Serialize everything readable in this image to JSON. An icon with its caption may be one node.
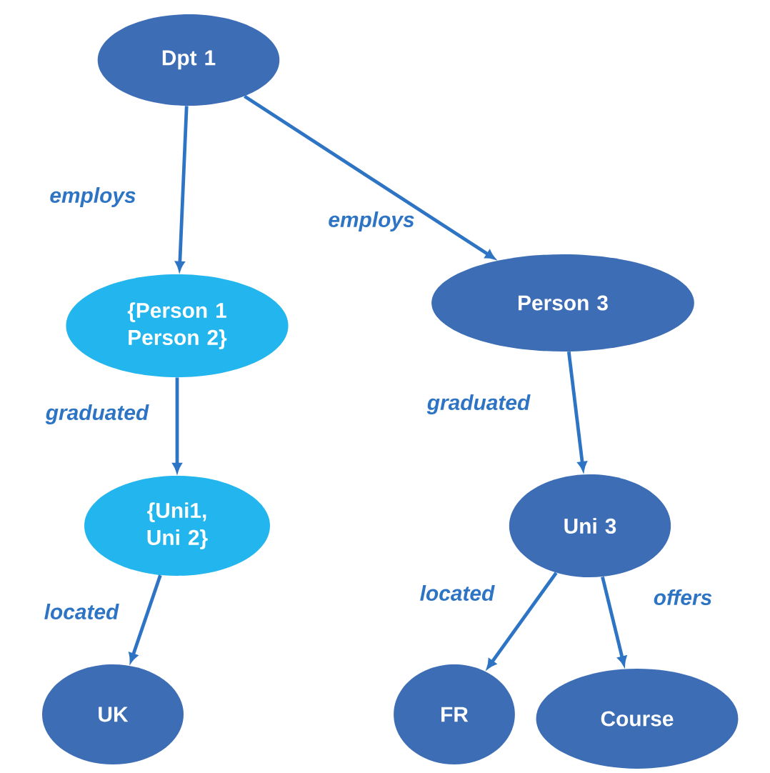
{
  "diagram": {
    "nodes": [
      {
        "text": [
          "Dpt 1"
        ]
      },
      {
        "text": [
          "{Person 1 Person 2}"
        ]
      },
      {
        "text": [
          "Person 3"
        ]
      },
      {
        "text": [
          "{Uni1, Uni 2}"
        ]
      },
      {
        "text": [
          "Uni 3"
        ]
      },
      {
        "text": [
          "UK"
        ]
      },
      {
        "text": [
          "FR"
        ]
      },
      {
        "text": [
          "Course"
        ]
      }
    ],
    "edges": [
      {
        "from": 0,
        "to": 1,
        "arrow": "to",
        "label": "employs"
      },
      {
        "from": 0,
        "to": 2,
        "arrow": "to",
        "label": "employs"
      },
      {
        "from": 1,
        "to": 3,
        "arrow": "to",
        "label": "graduated"
      },
      {
        "from": 2,
        "to": 4,
        "arrow": "to",
        "label": "graduated"
      },
      {
        "from": 3,
        "to": 5,
        "arrow": "to",
        "label": "located"
      },
      {
        "from": 4,
        "to": 6,
        "arrow": "to",
        "label": "located"
      },
      {
        "from": 4,
        "to": 7,
        "arrow": "to",
        "label": "offers"
      }
    ]
  }
}
